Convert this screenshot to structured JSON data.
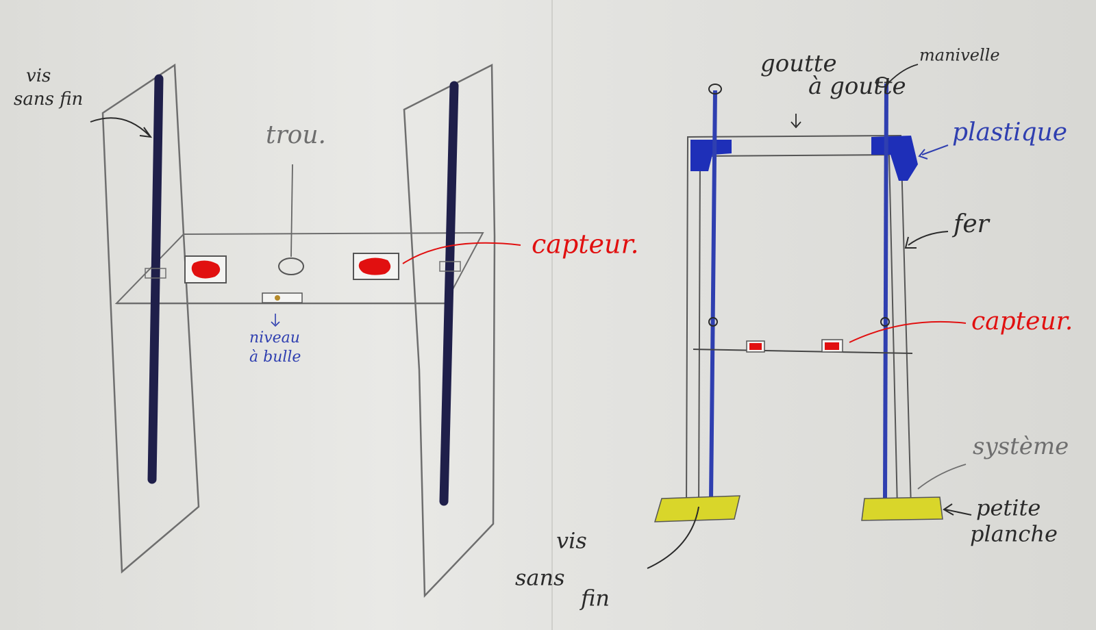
{
  "colors": {
    "pencil": "#6e6e6e",
    "ink_dark": "#2a2a2a",
    "screw": "#1f1f4a",
    "blue": "#2f3fb0",
    "red": "#e11010",
    "yellow": "#d9d62a"
  },
  "left_sketch": {
    "label_vis_sans_fin_1": "vis",
    "label_vis_sans_fin_2": "sans fin",
    "label_trou": "trou.",
    "label_capteur": "capteur.",
    "label_niveau_1": "niveau",
    "label_niveau_2": "à bulle"
  },
  "right_sketch": {
    "label_goutte_1": "goutte",
    "label_goutte_2": "à goutte",
    "label_manivelle": "manivelle",
    "label_plastique": "plastique",
    "label_fer": "fer",
    "label_capteur": "capteur.",
    "label_systeme": "système",
    "label_petite": "petite",
    "label_planche": "planche",
    "label_vis": "vis",
    "label_sans": "sans",
    "label_fin": "fin"
  }
}
